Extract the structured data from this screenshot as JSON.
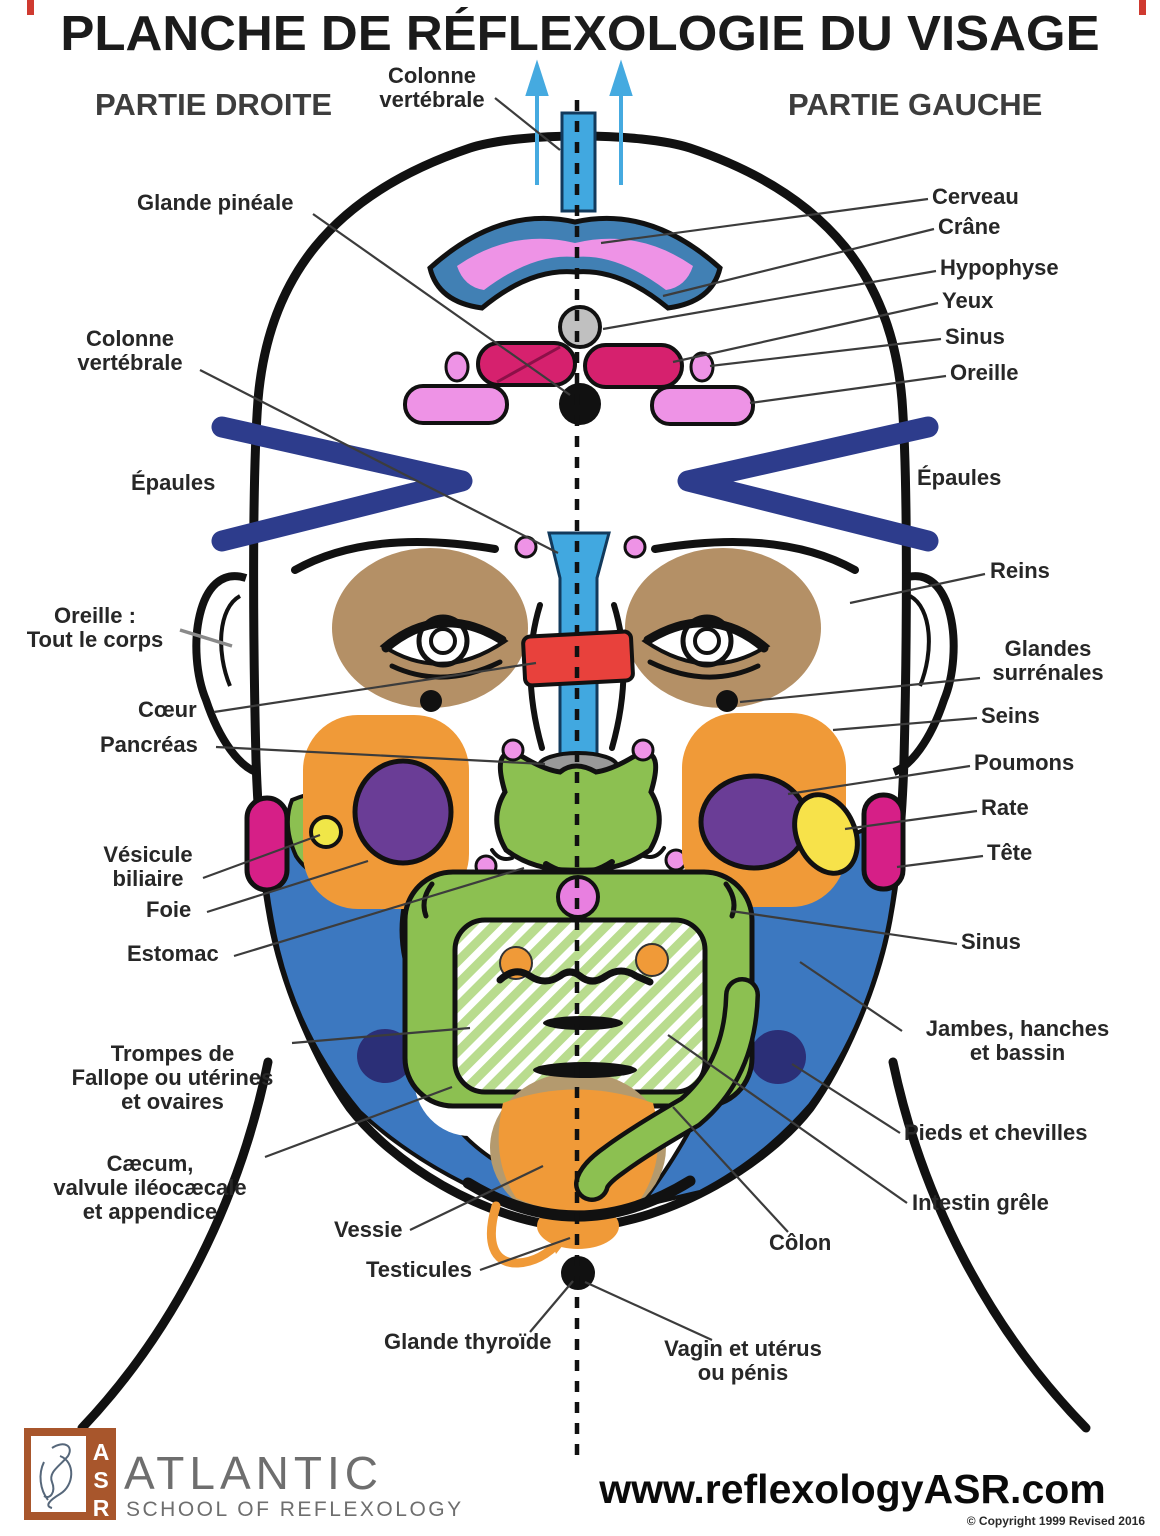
{
  "title": "PLANCHE DE RÉFLEXOLOGIE DU VISAGE",
  "sides": {
    "right_side": "PARTIE DROITE",
    "left_side": "PARTIE GAUCHE"
  },
  "labels_left": {
    "colonne_vertebrale_top": "Colonne\nvertébrale",
    "glande_pineale": "Glande pinéale",
    "colonne_vertebrale": "Colonne\nvertébrale",
    "epaules": "Épaules",
    "oreille_tout_le_corps": "Oreille :\nTout le corps",
    "coeur": "Cœur",
    "pancreas": "Pancréas",
    "vesicule_biliaire": "Vésicule\nbiliaire",
    "foie": "Foie",
    "estomac": "Estomac",
    "trompes": "Trompes de\nFallope ou utérines\net ovaires",
    "caecum": "Cæcum,\nvalvule iléocæcale\net appendice",
    "vessie": "Vessie",
    "testicules": "Testicules",
    "glande_thyroide": "Glande thyroïde"
  },
  "labels_right": {
    "cerveau": "Cerveau",
    "crane": "Crâne",
    "hypophyse": "Hypophyse",
    "yeux": "Yeux",
    "sinus": "Sinus",
    "oreille": "Oreille",
    "epaules": "Épaules",
    "reins": "Reins",
    "glandes_surrenales": "Glandes\nsurrénales",
    "seins": "Seins",
    "poumons": "Poumons",
    "rate": "Rate",
    "tete": "Tête",
    "sinus2": "Sinus",
    "jambes_hanches_bassin": "Jambes, hanches\net bassin",
    "pieds_chevilles": "Pieds et chevilles",
    "intestin_grele": "Intestin grêle",
    "colon": "Côlon",
    "vagin_uterus": "Vagin et utérus\nou pénis"
  },
  "footer": {
    "logo_acronym": "A\nS\nR",
    "school_name": "ATLANTIC",
    "school_subtitle": "SCHOOL OF REFLEXOLOGY",
    "website": "www.reflexologyASR.com",
    "copyright": "© Copyright 1999 Revised 2016"
  },
  "colors": {
    "zone_blue_jaw": "#3c78c0",
    "zone_blue_spine": "#41a8e0",
    "zone_pink": "#ee93e6",
    "zone_magenta_eyes": "#d6216e",
    "zone_magenta_pill": "#d61f87",
    "zone_brown": "#b49066",
    "zone_orange": "#f09a38",
    "zone_purple": "#6a3d96",
    "zone_green": "#8cc051",
    "zone_yellow": "#f0e648",
    "zone_red": "#e8413c",
    "zone_navy": "#2b2f77",
    "chevron_navy": "#2d3c8c",
    "arrow_blue": "#45aae0",
    "logo_brown": "#a8562c"
  }
}
